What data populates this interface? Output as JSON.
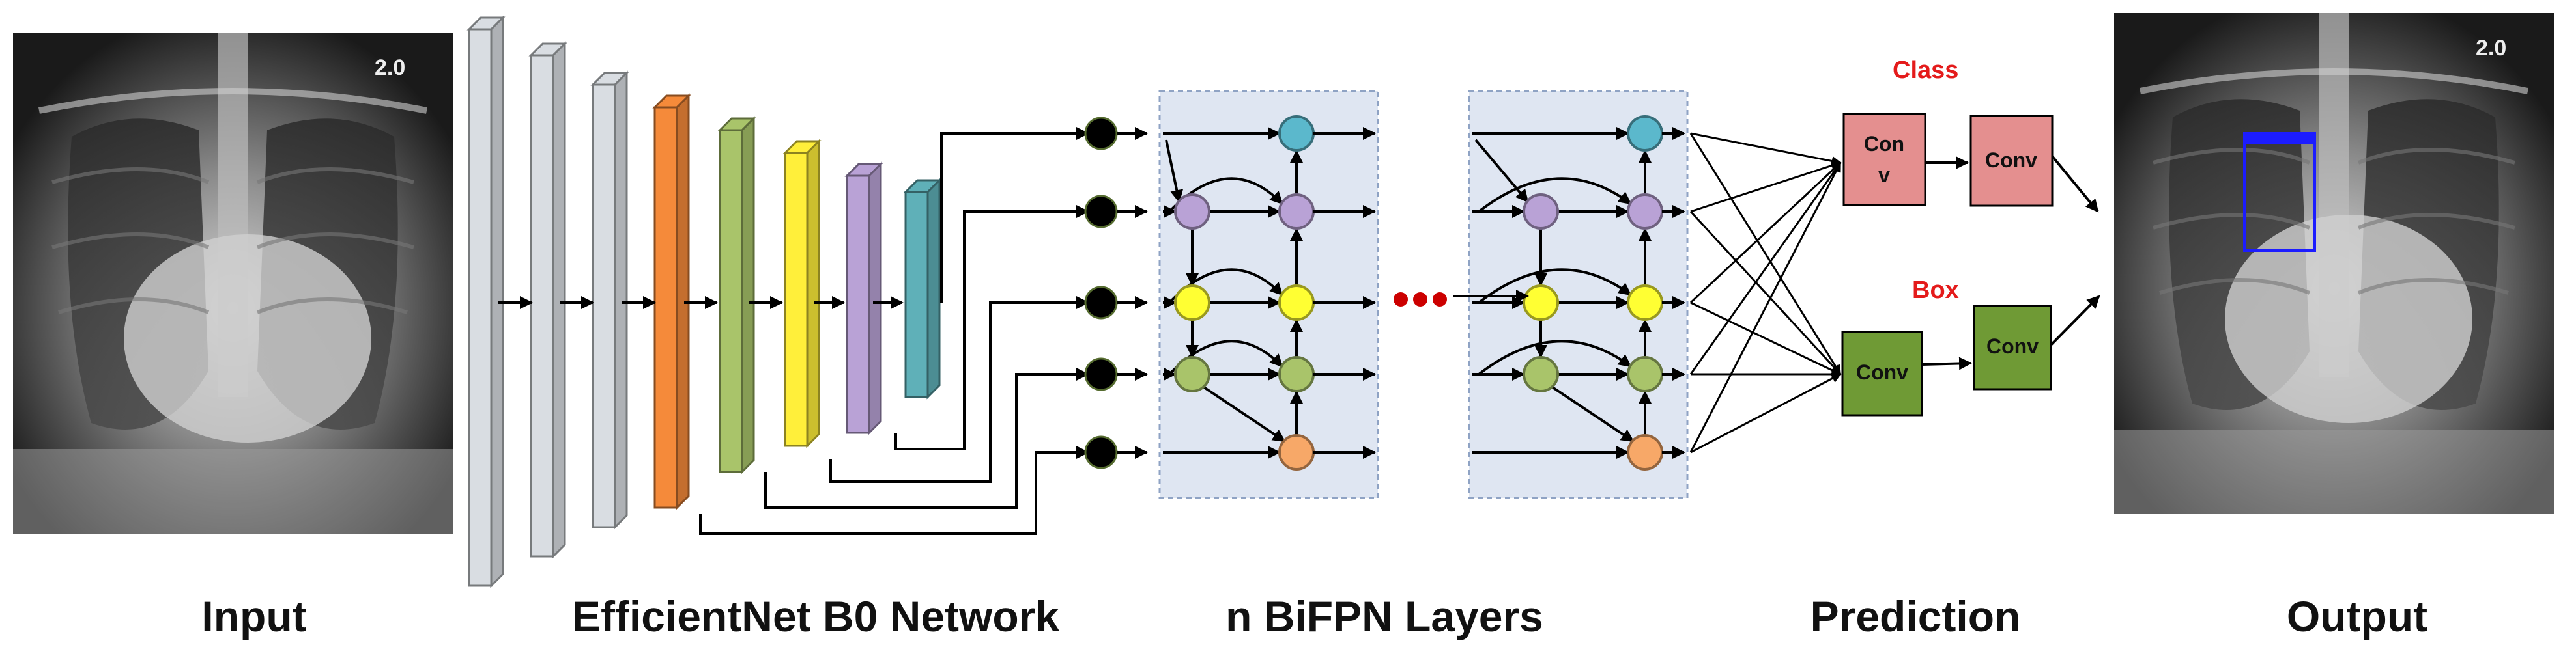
{
  "labels": {
    "input": "Input",
    "backbone": "EfficientNet B0 Network",
    "bifpn": "n BiFPN Layers",
    "prediction": "Prediction",
    "output": "Output"
  },
  "prediction": {
    "class_label": "Class",
    "box_label": "Box",
    "class_conv_1_line1": "Con",
    "class_conv_1_line2": "v",
    "class_conv_2": "Conv",
    "box_conv_1": "Conv",
    "box_conv_2": "Conv"
  },
  "xray_marker": "2.0",
  "colors": {
    "backbone_gray": "#d9dde2",
    "backbone_orange": "#f58a3a",
    "backbone_green": "#a9c46a",
    "backbone_yellow": "#ffef3a",
    "backbone_purple": "#b9a2d6",
    "backbone_teal": "#5fb0b8",
    "node_teal": "#5bb8cc",
    "node_purple": "#b9a2d6",
    "node_yellow": "#ffff33",
    "node_green": "#a9c46a",
    "node_orange": "#f7a868",
    "input_node": "#000000",
    "bifpn_panel": "#dfe6f2",
    "class_conv": "#e48f8f",
    "box_conv": "#6f9a35",
    "head_label_red": "#e41b1b",
    "detection_box": "#1c1cff",
    "ellipsis_red": "#cc0000"
  }
}
